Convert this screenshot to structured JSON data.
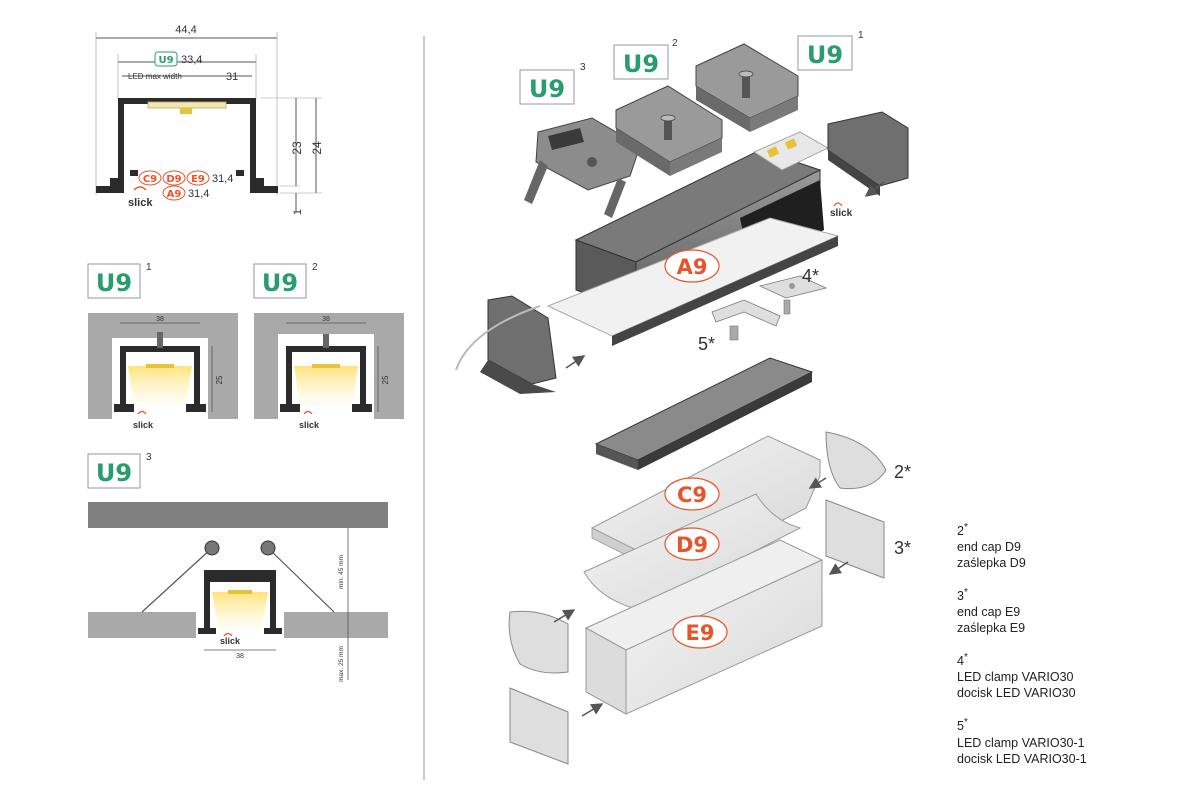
{
  "colors": {
    "u9_green": "#2a9d6f",
    "orange": "#e8542a",
    "profile_dark": "#2b2b2b",
    "aluminium": "#7d7d7d",
    "ceiling_gray": "#a9a9a9",
    "dim_line": "#555555"
  },
  "cross_section": {
    "width_total": "44,4",
    "u9_label": "U9",
    "u9_width": "33,4",
    "led_max_label": "LED max width",
    "led_max_value": "31",
    "height_23": "23",
    "height_24": "24",
    "height_1": "1",
    "cover_labels": [
      "C9",
      "D9",
      "E9"
    ],
    "cover_width": "31,4",
    "a9_label": "A9",
    "a9_width": "31,4",
    "brand": "slick"
  },
  "mount_variants": [
    {
      "label": "U9",
      "sup": "1",
      "dim_width": "38",
      "dim_height": "25",
      "brand": "slick"
    },
    {
      "label": "U9",
      "sup": "2",
      "dim_width": "38",
      "dim_height": "25",
      "brand": "slick"
    },
    {
      "label": "U9",
      "sup": "3",
      "dim_width": "38",
      "dim_min": "min. 45 mm",
      "dim_max": "max. 25 mm",
      "brand": "slick"
    }
  ],
  "exploded": {
    "u9_badges": [
      {
        "label": "U9",
        "sup": "3"
      },
      {
        "label": "U9",
        "sup": "2"
      },
      {
        "label": "U9",
        "sup": "1"
      }
    ],
    "parts": {
      "a9": "A9",
      "c9": "C9",
      "d9": "D9",
      "e9": "E9"
    },
    "markers": {
      "m2": "2*",
      "m3": "3*",
      "m4": "4*",
      "m5": "5*"
    },
    "brand": "slick"
  },
  "notes": [
    {
      "num": "2",
      "lines": [
        "end cap D9",
        "zaślepka D9"
      ]
    },
    {
      "num": "3",
      "lines": [
        "end cap E9",
        "zaślepka E9"
      ]
    },
    {
      "num": "4",
      "lines": [
        "LED clamp VARIO30",
        "docisk LED VARIO30"
      ]
    },
    {
      "num": "5",
      "lines": [
        "LED clamp VARIO30-1",
        "docisk LED VARIO30-1"
      ]
    }
  ]
}
